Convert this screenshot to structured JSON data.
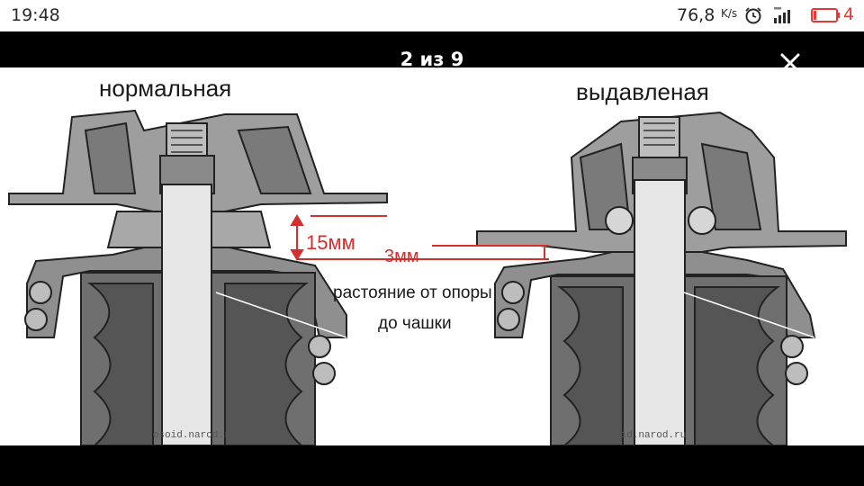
{
  "status_bar": {
    "time": "19:48",
    "speed_value": "76,8",
    "speed_unit": "K/s",
    "battery_count": "4",
    "icons": [
      "alarm-icon",
      "signal-icon",
      "battery-icon"
    ],
    "colors": {
      "battery": "#e53935",
      "text": "#2a2a2a"
    }
  },
  "viewer": {
    "counter": "2 из 9",
    "close_icon": "close-icon"
  },
  "figure": {
    "title_left": "нормальная",
    "title_right": "выдавленая",
    "gap_normal": "15мм",
    "gap_pressed": "3мм",
    "note_line1": "растояние от опоры",
    "note_line2": "до чашки",
    "watermark": "larosoid.narod.ru",
    "colors": {
      "dimension": "#d32f2f",
      "metal": "#9e9e9e",
      "rubber": "#6f6f6f"
    }
  }
}
